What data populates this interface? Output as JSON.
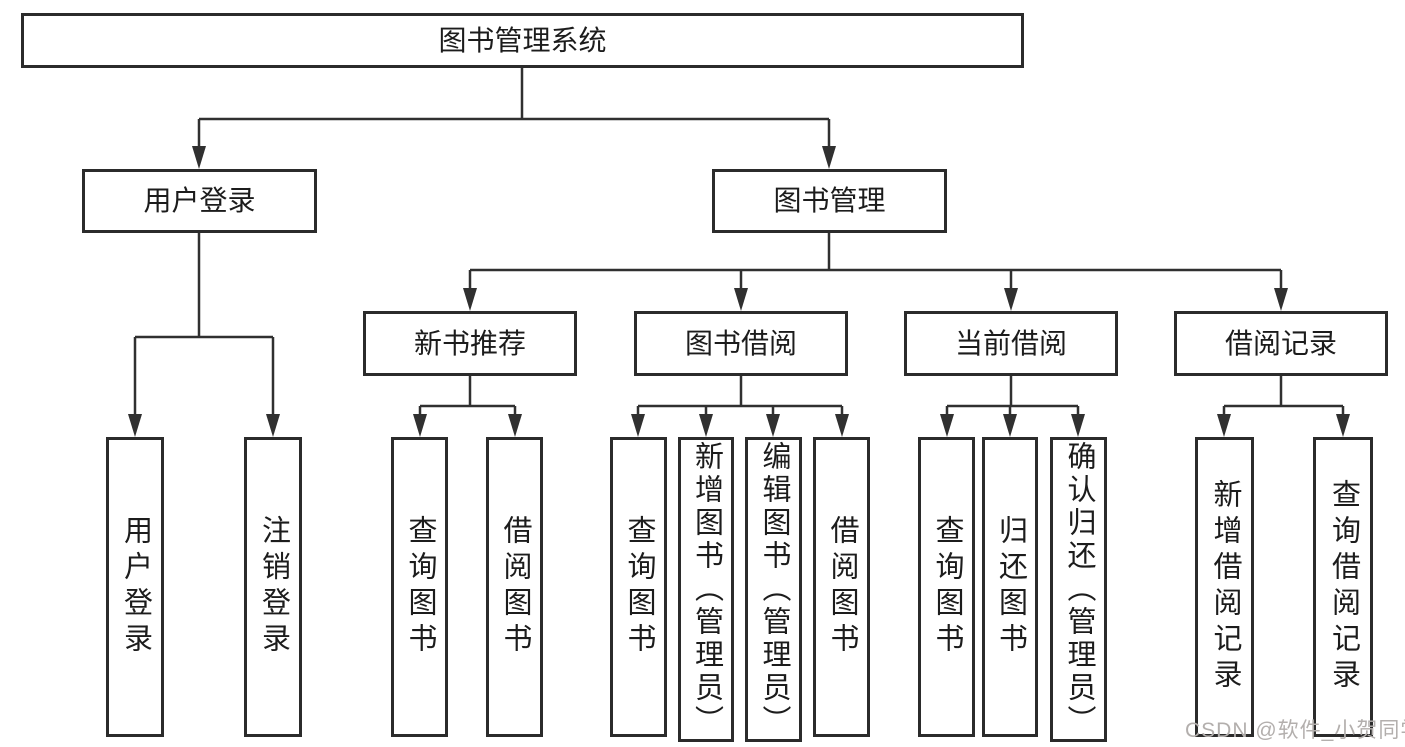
{
  "tree": {
    "root": "图书管理系统",
    "branches": [
      {
        "label": "用户登录",
        "children": [
          "用户登录",
          "注销登录"
        ]
      },
      {
        "label": "图书管理",
        "children": [
          {
            "label": "新书推荐",
            "children": [
              "查询图书",
              "借阅图书"
            ]
          },
          {
            "label": "图书借阅",
            "children": [
              "查询图书",
              "新增图书（管理员）",
              "编辑图书（管理员）",
              "借阅图书"
            ]
          },
          {
            "label": "当前借阅",
            "children": [
              "查询图书",
              "归还图书",
              "确认归还（管理员）"
            ]
          },
          {
            "label": "借阅记录",
            "children": [
              "新增借阅记录",
              "查询借阅记录"
            ]
          }
        ]
      }
    ]
  },
  "watermark": "CSDN @软件_小贺同学",
  "colors": {
    "line": "#303030",
    "box_border": "#2b2b2b",
    "text": "#1c1c1c",
    "watermark": "#b3afad",
    "background": "#ffffff"
  }
}
